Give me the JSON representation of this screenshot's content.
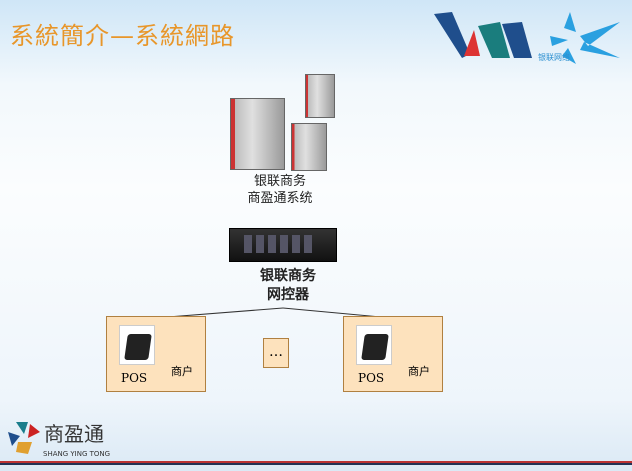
{
  "title": "系統簡介—系統網路",
  "logo": {
    "text": "银联网络"
  },
  "server": {
    "line1": "银联商务",
    "line2": "商盈通系统"
  },
  "gateway": {
    "line1": "银联商务",
    "line2": "网控器"
  },
  "merchants": [
    {
      "device": "POS",
      "label": "商户"
    },
    {
      "device": "POS",
      "label": "商户"
    }
  ],
  "ellipsis": "…",
  "brand": {
    "cn": "商盈通",
    "en": "SHANG YING TONG"
  }
}
